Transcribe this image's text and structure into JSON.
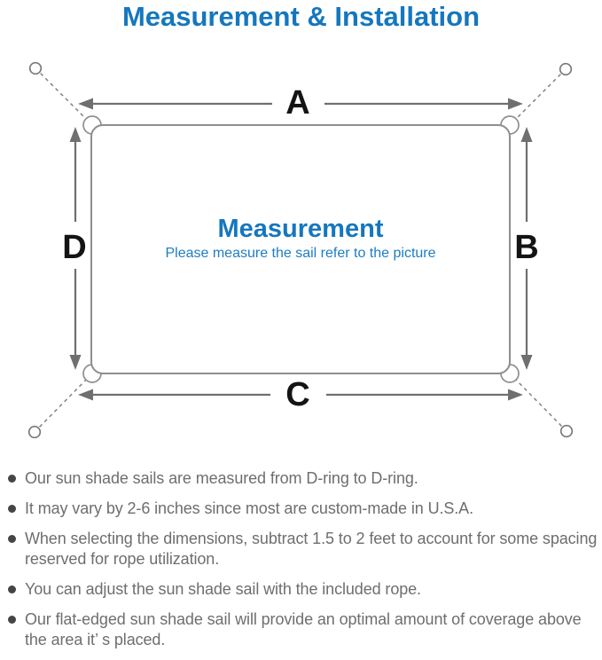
{
  "title": "Measurement & Installation",
  "diagram": {
    "dimension_labels": {
      "top": "A",
      "right": "B",
      "bottom": "C",
      "left": "D"
    },
    "center": {
      "title": "Measurement",
      "subtitle": "Please measure the sail refer to the picture"
    }
  },
  "colors": {
    "accent_blue": "#1577BE",
    "subtitle_blue": "#1C7DC2",
    "dimension_label_black": "#141414",
    "sail_outline_gray": "#8E8E8E",
    "arrow_gray": "#6F6F6F",
    "note_text_gray": "#6E6E6E"
  },
  "notes": {
    "items": [
      "Our sun shade sails are measured from D-ring to D-ring.",
      "It may vary by 2-6 inches since most are custom-made in U.S.A.",
      "When selecting the dimensions, subtract 1.5 to 2 feet to account for some spacing reserved for rope utilization.",
      "You can adjust the sun shade sail with the included rope.",
      "Our flat-edged sun shade sail will provide an optimal amount of coverage above the area it’ s placed."
    ]
  }
}
